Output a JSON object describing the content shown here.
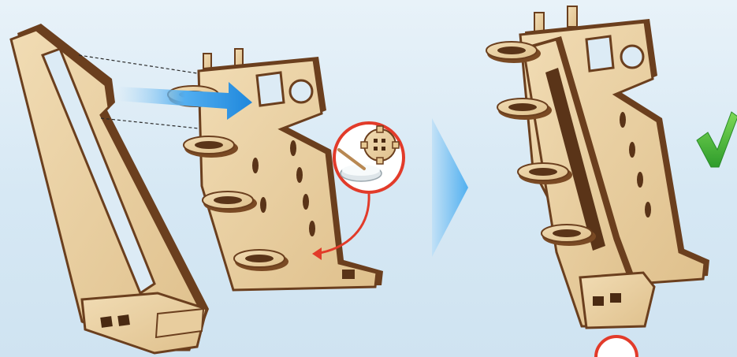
{
  "illustration": {
    "kind": "assembly-instruction-step",
    "steps": [
      {
        "id": "attach-side-frame",
        "parts": [
          "long-side-frame",
          "rack-frame-with-posts",
          "small-gear-part"
        ],
        "tools": [
          "glue-dish",
          "glue-brush"
        ]
      },
      {
        "id": "assembled-result",
        "status": "correct"
      }
    ],
    "icons": [
      "move-arrow-icon",
      "next-step-chevron-icon",
      "correct-checkmark-icon",
      "apply-glue-callout-icon"
    ],
    "colors": {
      "background": "#dcebf5",
      "wood_face": "#e9cfa0",
      "wood_edge": "#6b3f1e",
      "arrow_blue": "#2f9ae6",
      "callout_red": "#e23b2a",
      "checkmark_green": "#3fb23b"
    }
  }
}
